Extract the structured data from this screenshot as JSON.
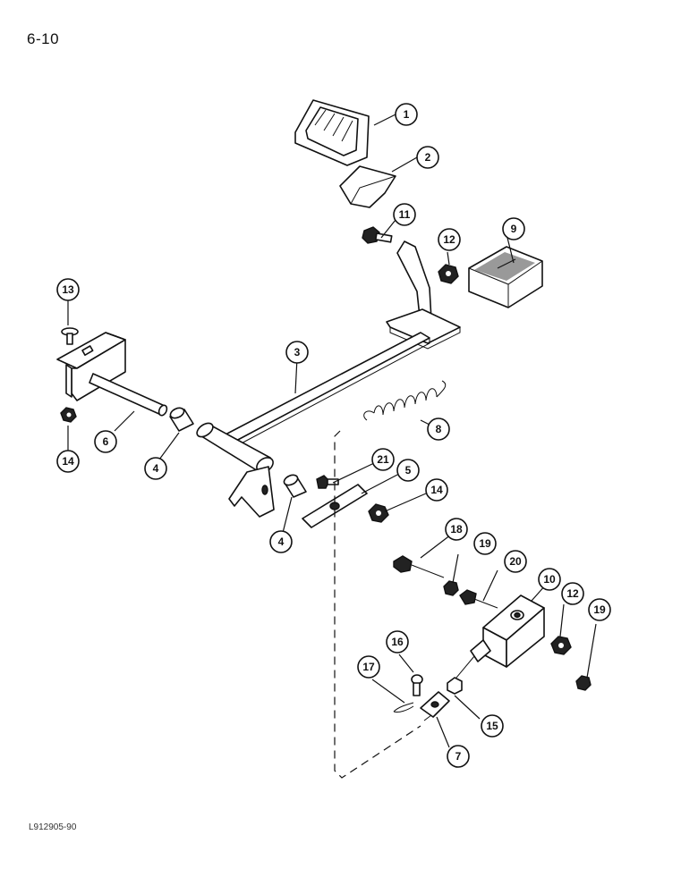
{
  "page": {
    "number": "6-10",
    "figure_code": "L912905-90"
  },
  "callouts": [
    {
      "id": "c1",
      "label": "1"
    },
    {
      "id": "c2",
      "label": "2"
    },
    {
      "id": "c3",
      "label": "3"
    },
    {
      "id": "c4a",
      "label": "4"
    },
    {
      "id": "c4b",
      "label": "4"
    },
    {
      "id": "c5",
      "label": "5"
    },
    {
      "id": "c6",
      "label": "6"
    },
    {
      "id": "c7",
      "label": "7"
    },
    {
      "id": "c8",
      "label": "8"
    },
    {
      "id": "c9",
      "label": "9"
    },
    {
      "id": "c10",
      "label": "10"
    },
    {
      "id": "c11",
      "label": "11"
    },
    {
      "id": "c12a",
      "label": "12"
    },
    {
      "id": "c12b",
      "label": "12"
    },
    {
      "id": "c13",
      "label": "13"
    },
    {
      "id": "c14a",
      "label": "14"
    },
    {
      "id": "c14b",
      "label": "14"
    },
    {
      "id": "c15",
      "label": "15"
    },
    {
      "id": "c16",
      "label": "16"
    },
    {
      "id": "c17",
      "label": "17"
    },
    {
      "id": "c18",
      "label": "18"
    },
    {
      "id": "c19a",
      "label": "19"
    },
    {
      "id": "c19b",
      "label": "19"
    },
    {
      "id": "c20",
      "label": "20"
    },
    {
      "id": "c21",
      "label": "21"
    }
  ]
}
